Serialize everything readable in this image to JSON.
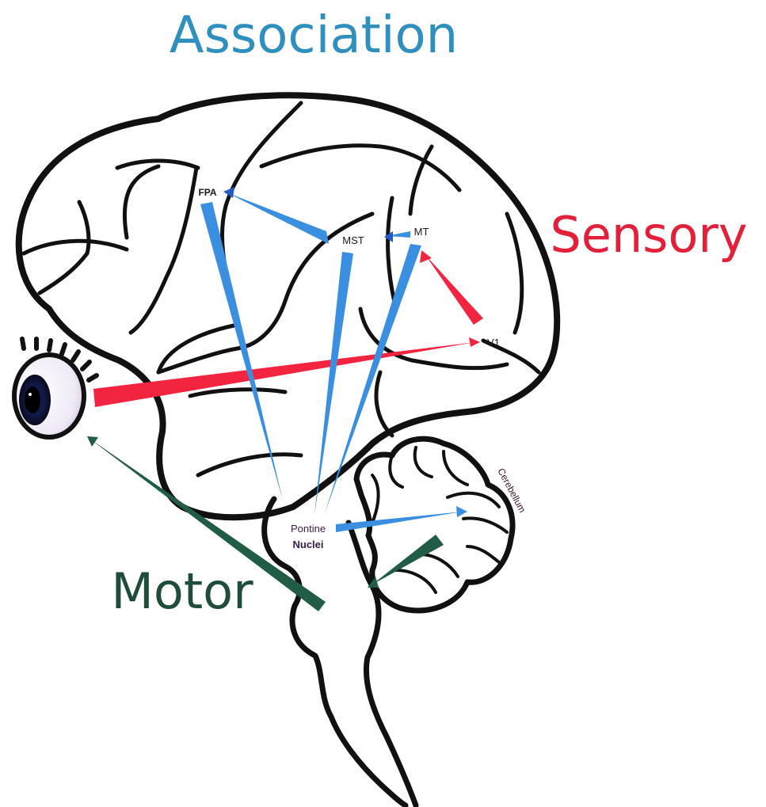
{
  "headings": {
    "association": "Association",
    "sensory": "Sensory",
    "motor": "Motor"
  },
  "regions": {
    "fpa": "FPA",
    "mst": "MST",
    "mt": "MT",
    "v1": "V1",
    "pontine": "Pontine",
    "nuclei": "Nuclei",
    "cerebellum": "Cerebellum"
  },
  "colors": {
    "association": "#2f8fbf",
    "sensory": "#e3203a",
    "motor": "#1f4d3a",
    "pathway_blue": "#3a8fe0",
    "pathway_red": "#f2243f",
    "pathway_green": "#215c45",
    "outline": "#111111"
  },
  "icons": {
    "eye": "eye-icon"
  }
}
